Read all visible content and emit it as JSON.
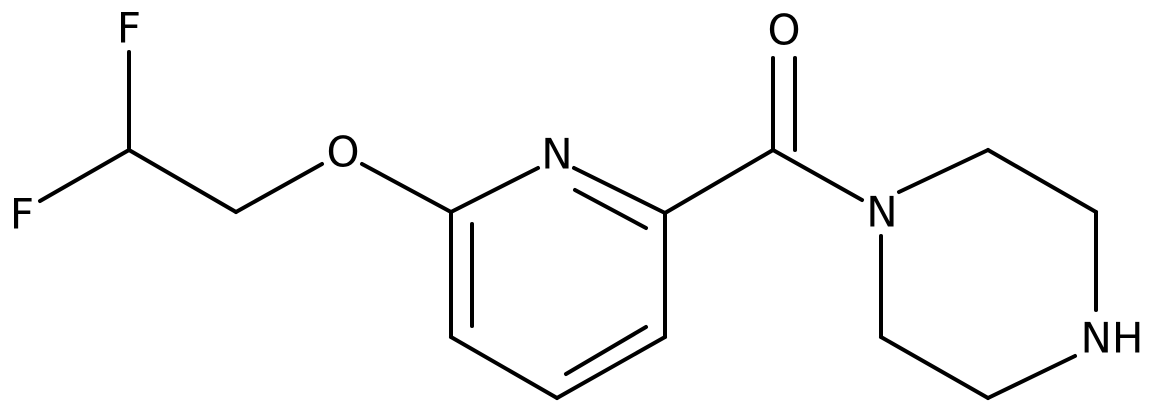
{
  "atoms": {
    "fluorine_top": "F",
    "fluorine_left": "F",
    "ether_oxygen": "O",
    "carbonyl_oxygen": "O",
    "pyridine_nitrogen": "N",
    "amide_nitrogen": "N",
    "piperazine_nh": "NH"
  },
  "colors": {
    "bond": "#000000",
    "label": "#000000",
    "background": "#ffffff"
  }
}
